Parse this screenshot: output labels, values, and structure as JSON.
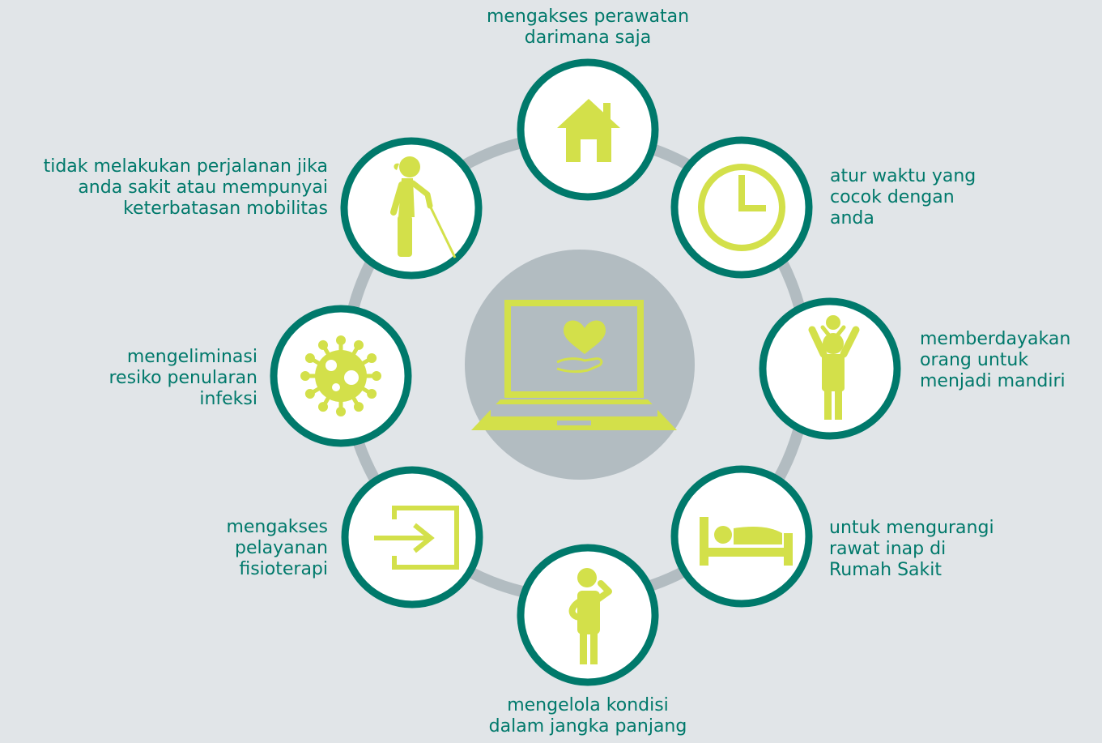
{
  "colors": {
    "background": "#e1e5e8",
    "ring": "#b2bcc1",
    "node_fill": "#ffffff",
    "node_border": "#00796b",
    "icon": "#d3e04a",
    "hub": "#b2bcc1",
    "label_text": "#00796b"
  },
  "center": {
    "icon": "laptop-heart-hand-icon"
  },
  "nodes": [
    {
      "id": "top",
      "icon": "house-icon",
      "lines": [
        "mengakses perawatan",
        "darimana saja"
      ]
    },
    {
      "id": "upper-right",
      "icon": "clock-icon",
      "lines": [
        "atur waktu yang",
        "cocok dengan",
        "anda"
      ]
    },
    {
      "id": "right",
      "icon": "parent-child-icon",
      "lines": [
        "memberdayakan",
        "orang untuk",
        "menjadi mandiri"
      ]
    },
    {
      "id": "lower-right",
      "icon": "bed-icon",
      "lines": [
        "untuk mengurangi",
        "rawat inap di",
        "Rumah Sakit"
      ]
    },
    {
      "id": "bottom",
      "icon": "thinking-person-icon",
      "lines": [
        "mengelola kondisi",
        "dalam jangka panjang"
      ]
    },
    {
      "id": "lower-left",
      "icon": "enter-arrow-icon",
      "lines": [
        "mengakses",
        "pelayanan",
        "fisioterapi"
      ]
    },
    {
      "id": "left",
      "icon": "virus-icon",
      "lines": [
        "mengeliminasi",
        "resiko penularan",
        "infeksi"
      ]
    },
    {
      "id": "upper-left",
      "icon": "elderly-person-cane-icon",
      "lines": [
        "tidak melakukan perjalanan jika",
        "anda sakit atau mempunyai",
        "keterbatasan mobilitas"
      ]
    }
  ]
}
